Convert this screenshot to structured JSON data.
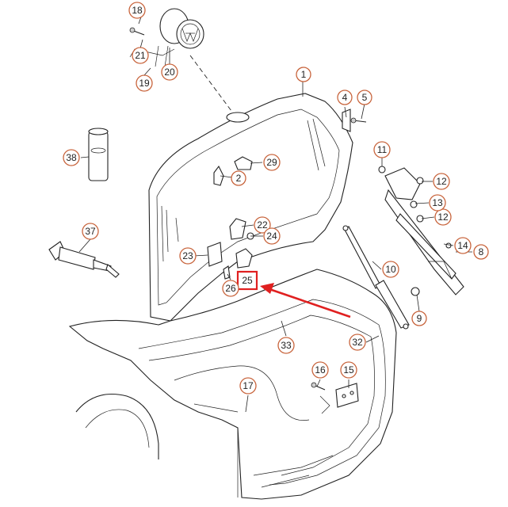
{
  "diagram": {
    "callouts": [
      "1",
      "2",
      "4",
      "5",
      "8",
      "9",
      "10",
      "11",
      "12",
      "12",
      "13",
      "14",
      "15",
      "16",
      "17",
      "18",
      "19",
      "20",
      "21",
      "22",
      "23",
      "24",
      "25",
      "26",
      "29",
      "32",
      "33",
      "37",
      "38"
    ],
    "highlighted_callout": "25",
    "colors": {
      "callout_ring": "#c8643c",
      "highlight_box": "#e02020",
      "arrow": "#e02020",
      "line_art": "#222222"
    },
    "icons": [
      "emblem-icon",
      "aerosol-can-icon",
      "hydraulic-strut-icon",
      "lock-icon",
      "screw-icon"
    ]
  }
}
